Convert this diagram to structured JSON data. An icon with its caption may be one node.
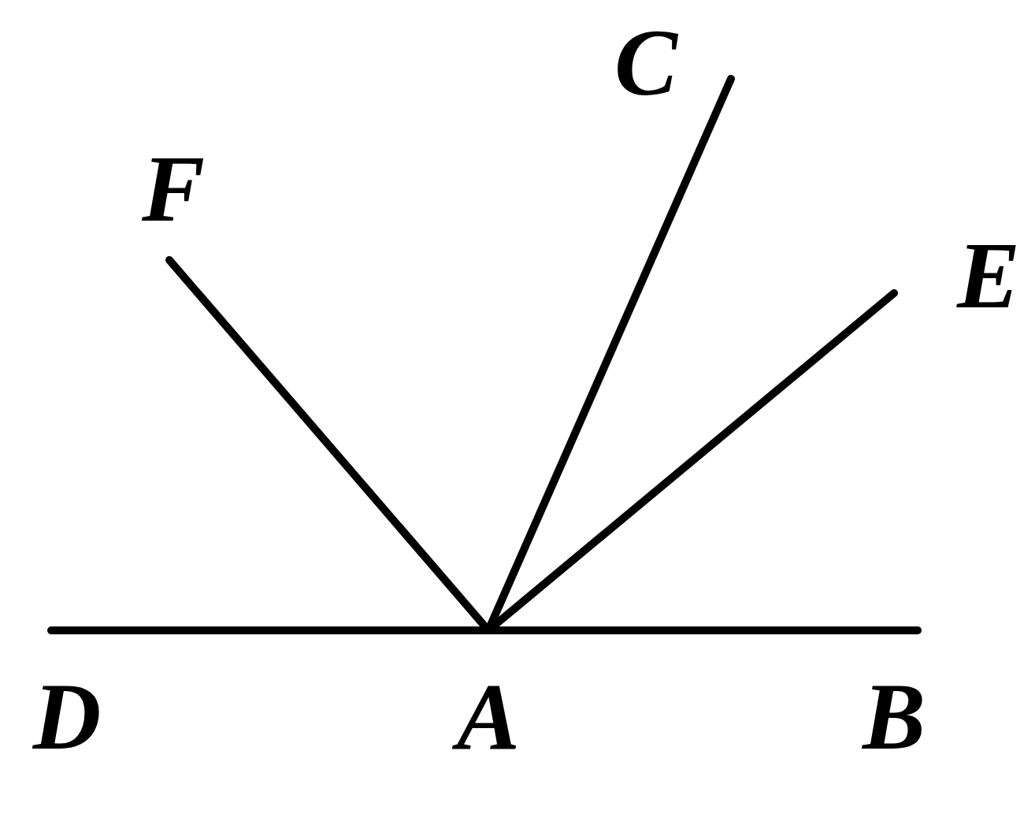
{
  "diagram": {
    "nodes": [
      {
        "text": [
          "C"
        ]
      },
      {
        "text": [
          "F"
        ]
      },
      {
        "text": [
          "E"
        ]
      },
      {
        "text": [
          "D"
        ]
      },
      {
        "text": [
          "A"
        ]
      },
      {
        "text": [
          "B"
        ]
      }
    ],
    "edges": [
      {
        "from": 4,
        "to": 0,
        "arrow": "none"
      },
      {
        "from": 4,
        "to": 1,
        "arrow": "none"
      },
      {
        "from": 4,
        "to": 2,
        "arrow": "none"
      },
      {
        "from": 4,
        "to": 3,
        "arrow": "none"
      },
      {
        "from": 4,
        "to": 5,
        "arrow": "none"
      }
    ]
  }
}
